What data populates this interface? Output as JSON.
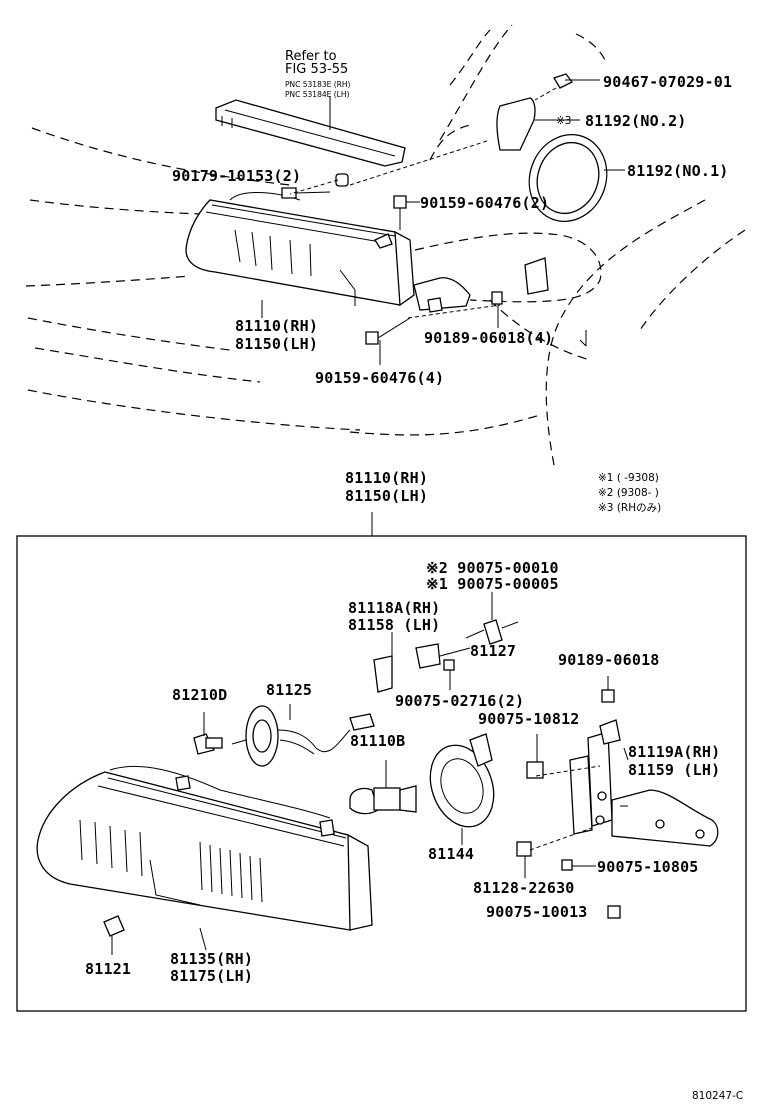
{
  "top": {
    "refer": {
      "line1": "Refer to",
      "line2": "FIG 53-55",
      "line3": "PNC 53183E (RH)",
      "line4": "PNC 53184E (LH)"
    },
    "p90467": "90467-07029-01",
    "p81192_no2": "81192(NO.2)",
    "p81192_no2_mark": "※3",
    "p81192_no1": "81192(NO.1)",
    "p90179": "90179-10153(2)",
    "p90159_top": "90159-60476(2)",
    "p81110_rh": "81110(RH)",
    "p81150_lh": "81150(LH)",
    "p90189": "90189-06018(4)",
    "p90159_bottom": "90159-60476(4)"
  },
  "notes": {
    "assembly_rh": "81110(RH)",
    "assembly_lh": "81150(LH)",
    "n1": "※1 (      -9308)",
    "n2": "※2 (9308-      )",
    "n3": "※3 (RHのみ)"
  },
  "box": {
    "p90075_00010": "※2 90075-00010",
    "p90075_00005": "※1 90075-00005",
    "p81118a": "81118A(RH)",
    "p81158": "81158  (LH)",
    "p81127": "81127",
    "p90189_06018": "90189-06018",
    "p90075_02716": "90075-02716(2)",
    "p90075_10812": "90075-10812",
    "p81210d": "81210D",
    "p81125": "81125",
    "p81110b": "81110B",
    "p81119a": "81119A(RH)",
    "p81159": "81159  (LH)",
    "p81144": "81144",
    "p90075_10805": "90075-10805",
    "p81128": "81128-22630",
    "p90075_10013": "90075-10013",
    "p81135": "81135(RH)",
    "p81175": "81175(LH)",
    "p81121": "81121"
  },
  "footer": {
    "code": "810247-C"
  }
}
